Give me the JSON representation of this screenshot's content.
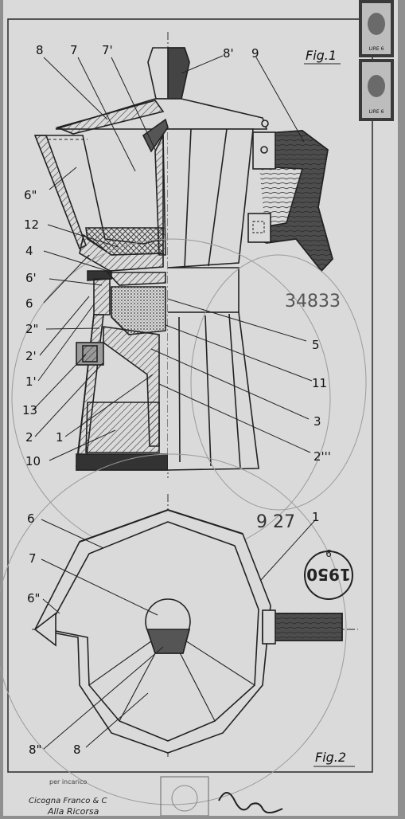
{
  "figures": {
    "fig1": {
      "title": "Fig.1"
    },
    "fig2": {
      "title": "Fig.2"
    }
  },
  "fig1_labels": [
    {
      "id": "8",
      "text": "8"
    },
    {
      "id": "7",
      "text": "7"
    },
    {
      "id": "7p",
      "text": "7'"
    },
    {
      "id": "8p",
      "text": "8'"
    },
    {
      "id": "9",
      "text": "9"
    },
    {
      "id": "6pp",
      "text": "6\""
    },
    {
      "id": "12",
      "text": "12"
    },
    {
      "id": "4",
      "text": "4"
    },
    {
      "id": "6p",
      "text": "6'"
    },
    {
      "id": "6",
      "text": "6"
    },
    {
      "id": "2pp",
      "text": "2\""
    },
    {
      "id": "2p",
      "text": "2'"
    },
    {
      "id": "1p",
      "text": "1'"
    },
    {
      "id": "13",
      "text": "13"
    },
    {
      "id": "2",
      "text": "2"
    },
    {
      "id": "1",
      "text": "1"
    },
    {
      "id": "10",
      "text": "10"
    },
    {
      "id": "5",
      "text": "5"
    },
    {
      "id": "11",
      "text": "11"
    },
    {
      "id": "3",
      "text": "3"
    },
    {
      "id": "2ppp",
      "text": "2'''"
    }
  ],
  "fig2_labels": [
    {
      "id": "6",
      "text": "6"
    },
    {
      "id": "7",
      "text": "7"
    },
    {
      "id": "6pp",
      "text": "6\""
    },
    {
      "id": "1",
      "text": "1"
    },
    {
      "id": "8pp",
      "text": "8\""
    },
    {
      "id": "8",
      "text": "8"
    }
  ],
  "annotations": {
    "serial_number": "34833",
    "handwritten_number": "9 27",
    "stamp_number": "1950",
    "stamp_top": "9",
    "per_note": "per incarico",
    "firm": "Cicogna Franco & C",
    "signature_note": "Alla Ricorsa"
  },
  "stamps": [
    {
      "text": "LIRE 6",
      "alt": "revenue-stamp"
    },
    {
      "text": "LIRE 6",
      "alt": "revenue-stamp"
    }
  ],
  "colors": {
    "paper": "#dcdcdc",
    "ink": "#222222",
    "background": "#8f8f8f",
    "wood": "#4d4d4d"
  }
}
